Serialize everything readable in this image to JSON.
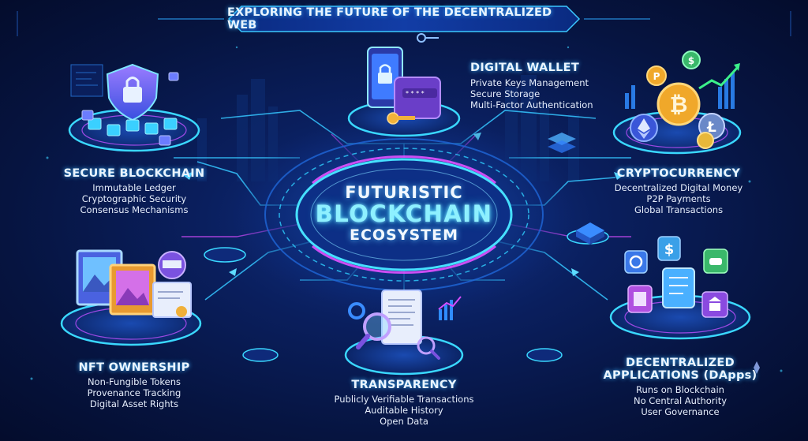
{
  "banner": "EXPLORING THE FUTURE OF THE DECENTRALIZED WEB",
  "center": {
    "line1": "FUTURISTIC",
    "line2": "BLOCKCHAIN",
    "line3": "ECOSYSTEM"
  },
  "nodes": {
    "secure_blockchain": {
      "title": "SECURE BLOCKCHAIN",
      "items": [
        "Immutable Ledger",
        "Cryptographic Security",
        "Consensus Mechanisms"
      ]
    },
    "digital_wallet": {
      "title": "DIGITAL WALLET",
      "items": [
        "Private Keys Management",
        "Secure Storage",
        "Multi-Factor Authentication"
      ]
    },
    "cryptocurrency": {
      "title": "CRYPTOCURRENCY",
      "items": [
        "Decentralized Digital Money",
        "P2P Payments",
        "Global Transactions"
      ]
    },
    "nft_ownership": {
      "title": "NFT OWNERSHIP",
      "items": [
        "Non-Fungible Tokens",
        "Provenance Tracking",
        "Digital Asset Rights"
      ]
    },
    "transparency": {
      "title": "TRANSPARENCY",
      "items": [
        "Publicly Verifiable Transactions",
        "Auditable History",
        "Open Data"
      ]
    },
    "dapps": {
      "title_line1": "DECENTRALIZED",
      "title_line2": "APPLICATIONS (DApps)",
      "items": [
        "Runs on Blockchain",
        "No Central Authority",
        "User Governance"
      ]
    }
  },
  "colors": {
    "background": "#061440",
    "glow_cyan": "#2fd0ff",
    "glow_magenta": "#d64cff",
    "text": "#eaf5ff"
  }
}
